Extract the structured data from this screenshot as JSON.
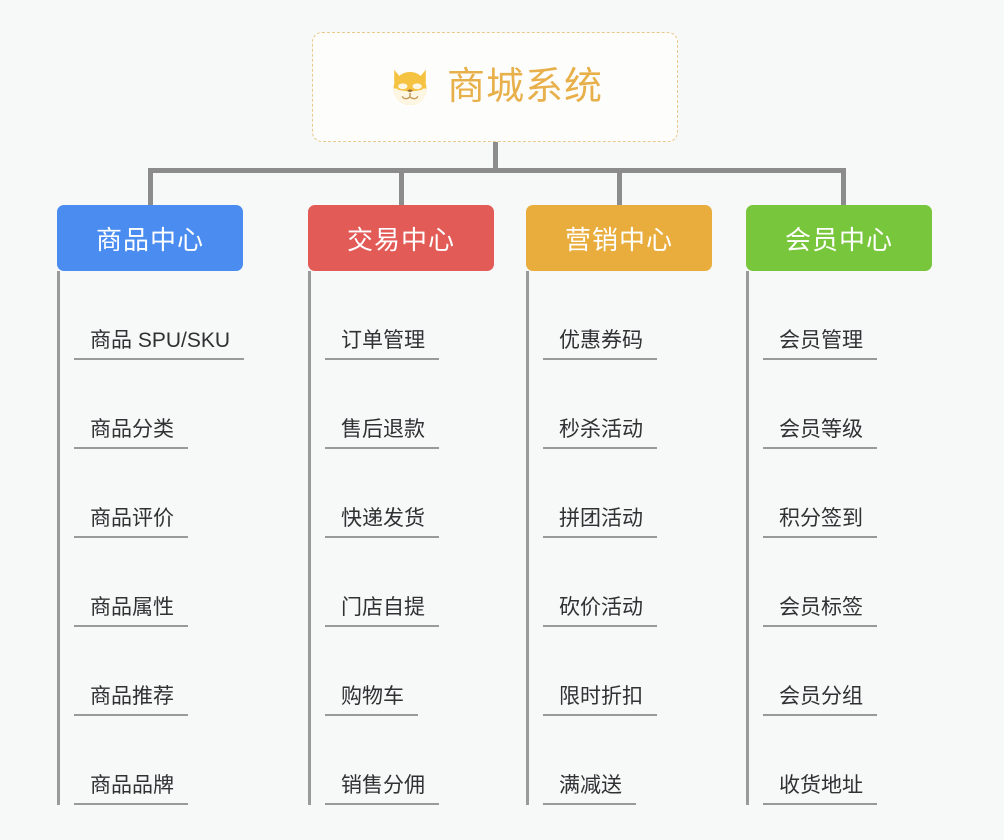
{
  "diagram": {
    "type": "mindmap-org-chart",
    "background_color": "#f7f8f8",
    "root": {
      "title": "商城系统",
      "icon": "shiba-dog-icon",
      "text_color": "#e8b04b",
      "border_color": "#e9c98b",
      "background_color": "#fdfdfc"
    },
    "connector_color": "#8c8c8c",
    "branches": [
      {
        "label": "商品中心",
        "color": "#4a8cf0",
        "items": [
          "商品 SPU/SKU",
          "商品分类",
          "商品评价",
          "商品属性",
          "商品推荐",
          "商品品牌"
        ]
      },
      {
        "label": "交易中心",
        "color": "#e25b57",
        "items": [
          "订单管理",
          "售后退款",
          "快递发货",
          "门店自提",
          "购物车",
          "销售分佣"
        ]
      },
      {
        "label": "营销中心",
        "color": "#e8ad3c",
        "items": [
          "优惠券码",
          "秒杀活动",
          "拼团活动",
          "砍价活动",
          "限时折扣",
          "满减送"
        ]
      },
      {
        "label": "会员中心",
        "color": "#78c63c",
        "items": [
          "会员管理",
          "会员等级",
          "积分签到",
          "会员标签",
          "会员分组",
          "收货地址"
        ]
      }
    ]
  }
}
